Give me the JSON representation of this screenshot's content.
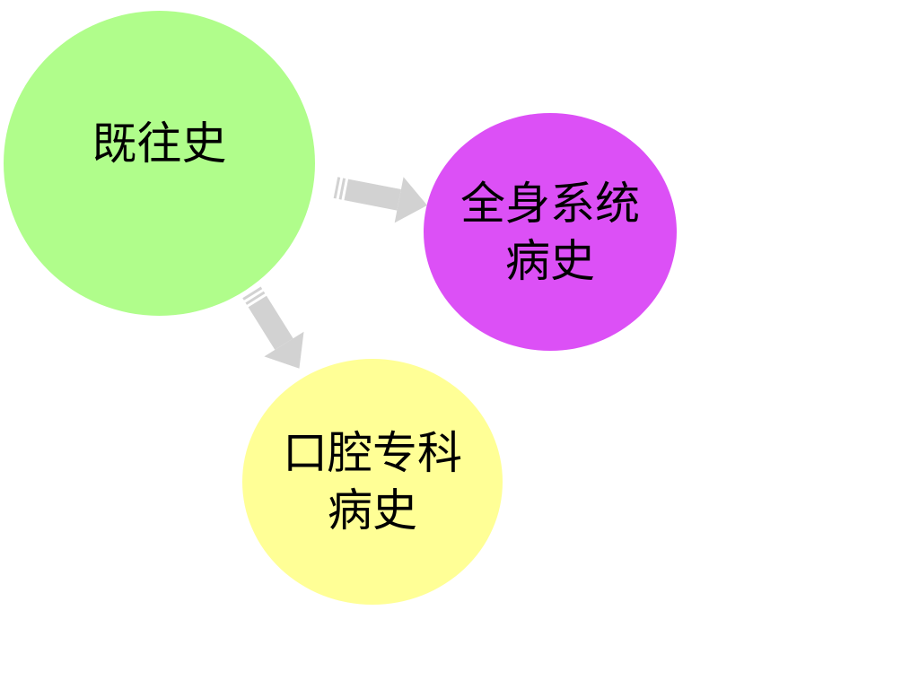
{
  "diagram": {
    "nodes": [
      {
        "id": "history",
        "label": "既往史",
        "color": "#b0fd8b"
      },
      {
        "id": "systemic",
        "label": "全身系统\n病史",
        "color": "#dc50f6"
      },
      {
        "id": "oral",
        "label": "口腔专科\n病史",
        "color": "#ffff96"
      }
    ],
    "edges": [
      {
        "from": "history",
        "to": "systemic"
      },
      {
        "from": "history",
        "to": "oral"
      }
    ],
    "arrow_color": "#d2d2d2"
  }
}
